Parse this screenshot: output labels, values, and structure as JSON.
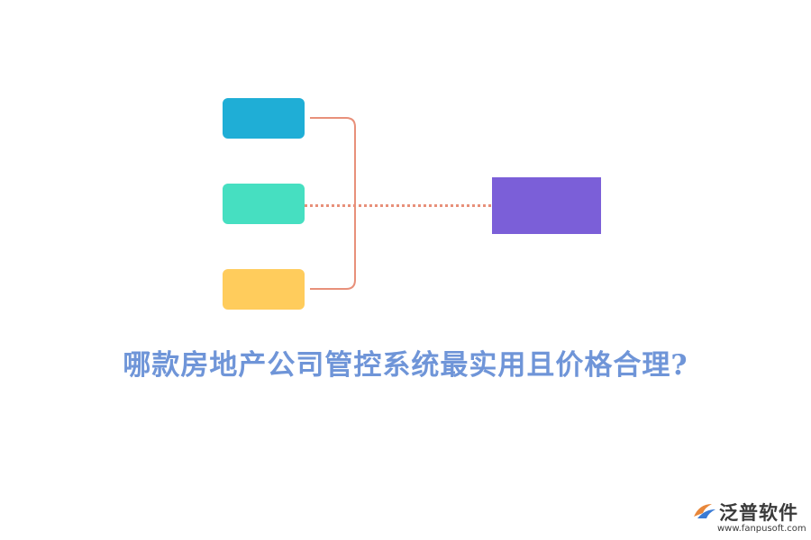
{
  "title": "哪款房地产公司管控系统最实用且价格合理?",
  "colors": {
    "title": "#6f95d8",
    "box_1": "#1faed6",
    "box_2": "#46dfc1",
    "box_3": "#ffcc5c",
    "target": "#7b5fd8",
    "connector": "#e8907a"
  },
  "logo": {
    "name": "泛普软件",
    "url": "www.fanpusoft.com",
    "icon": "fanpu-logo-icon"
  }
}
